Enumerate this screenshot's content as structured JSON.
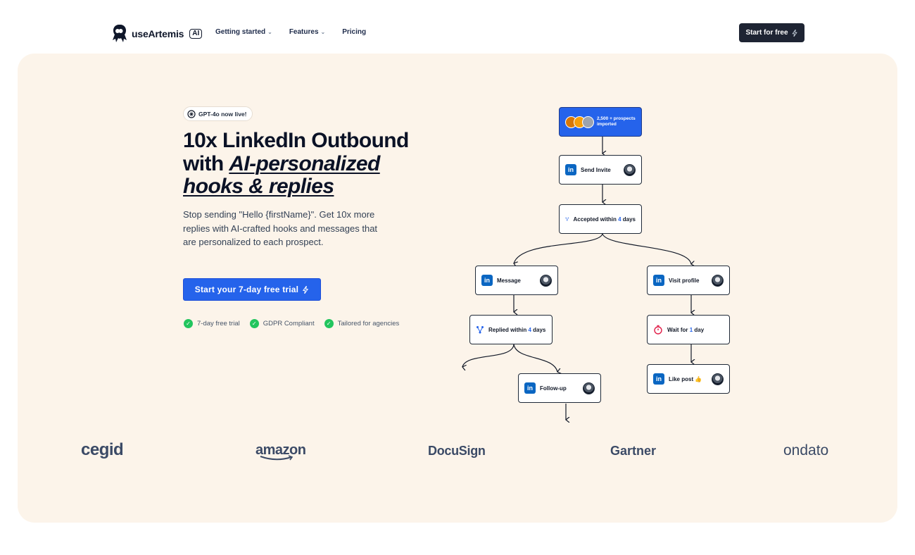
{
  "nav": {
    "brand_name": "useArtemis",
    "brand_badge": "AI",
    "links": [
      {
        "label": "Getting started",
        "has_dropdown": true
      },
      {
        "label": "Features",
        "has_dropdown": true
      },
      {
        "label": "Pricing",
        "has_dropdown": false
      }
    ],
    "cta_label": "Start for free",
    "cta_icon": "bolt-icon"
  },
  "hero": {
    "badge": "GPT-4o now live!",
    "headline_line1": "10x LinkedIn Outbound",
    "headline_line2_plain": "with ",
    "headline_line2_em": "AI-personalized",
    "headline_line3_em": "hooks & replies",
    "subtitle": "Stop sending \"Hello {firstName}\". Get 10x more replies with AI-crafted hooks and messages that are personalized to each prospect.",
    "cta_label": "Start your 7-day free trial",
    "checks": [
      "7-day free trial",
      "GDPR Compliant",
      "Tailored for agencies"
    ]
  },
  "flow": {
    "imported": "2,500 + prospects imported",
    "send_invite": "Send Invite",
    "accepted_prefix": "Accepted within ",
    "accepted_num": "4",
    "accepted_suffix": " days",
    "message": "Message",
    "visit_profile": "Visit profile",
    "replied_prefix": "Replied within ",
    "replied_num": "4",
    "replied_suffix": " days",
    "wait_prefix": "Wait for ",
    "wait_num": "1",
    "wait_suffix": " day",
    "follow_up": "Follow-up",
    "like_post": "Like post 👍"
  },
  "logos": [
    "cegid",
    "amazon",
    "DocuSign",
    "Gartner",
    "ondato"
  ],
  "colors": {
    "accent": "#2563eb",
    "hero_bg": "#fcf4ea",
    "dark": "#1e2433",
    "success": "#22c55e",
    "linkedin": "#0a66c2"
  }
}
